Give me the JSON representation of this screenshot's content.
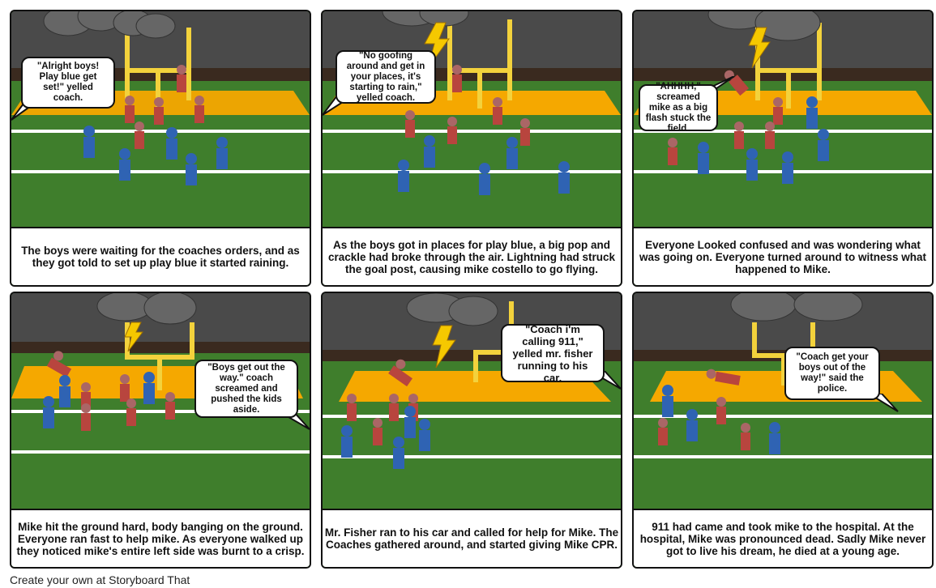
{
  "panels": [
    {
      "caption": "The boys were waiting for the coaches orders, and as they got told to set up play blue it started raining.",
      "bubble": "\"Alright boys! Play blue get set!\" yelled coach."
    },
    {
      "caption": "As the boys got in places for play blue, a big pop and crackle had broke through the air. Lightning had struck the goal post, causing mike costello to go flying.",
      "bubble": "\"No goofing around and get in your places, it's starting to rain,\" yelled coach."
    },
    {
      "caption": "Everyone Looked confused and was wondering what was going on. Everyone turned around to witness what happened to Mike.",
      "bubble": "\"AHHHH,\" screamed mike as a big flash stuck the field."
    },
    {
      "caption": "Mike hit the ground hard, body banging on the ground. Everyone ran fast to help mike. As everyone walked up they noticed mike's entire left side was burnt to a crisp.",
      "bubble": "\"Boys get out the way.\" coach screamed and pushed the kids aside."
    },
    {
      "caption": "Mr. Fisher ran to his car and called for help for Mike. The Coaches gathered around, and started giving Mike CPR.",
      "bubble": "\"Coach i'm calling 911,\" yelled mr. fisher running to his car."
    },
    {
      "caption": "911 had came and took mike to the hospital. At the hospital, Mike was pronounced dead. Sadly Mike never got to live his dream, he died at a young age.",
      "bubble": "\"Coach get your boys out of the way!\" said the police."
    }
  ],
  "footer": "Create your own at Storyboard That",
  "colors": {
    "grass": "#3f7e2c",
    "endzone": "#f5a800",
    "goalpost": "#f3d23c",
    "stands": "#3b3b3b",
    "uniform_red": "#b8453e",
    "uniform_blue": "#2f63b3"
  },
  "icons": [
    "storm-cloud-icon",
    "lightning-bolt-icon",
    "goal-post-icon",
    "player-figure-icon"
  ]
}
